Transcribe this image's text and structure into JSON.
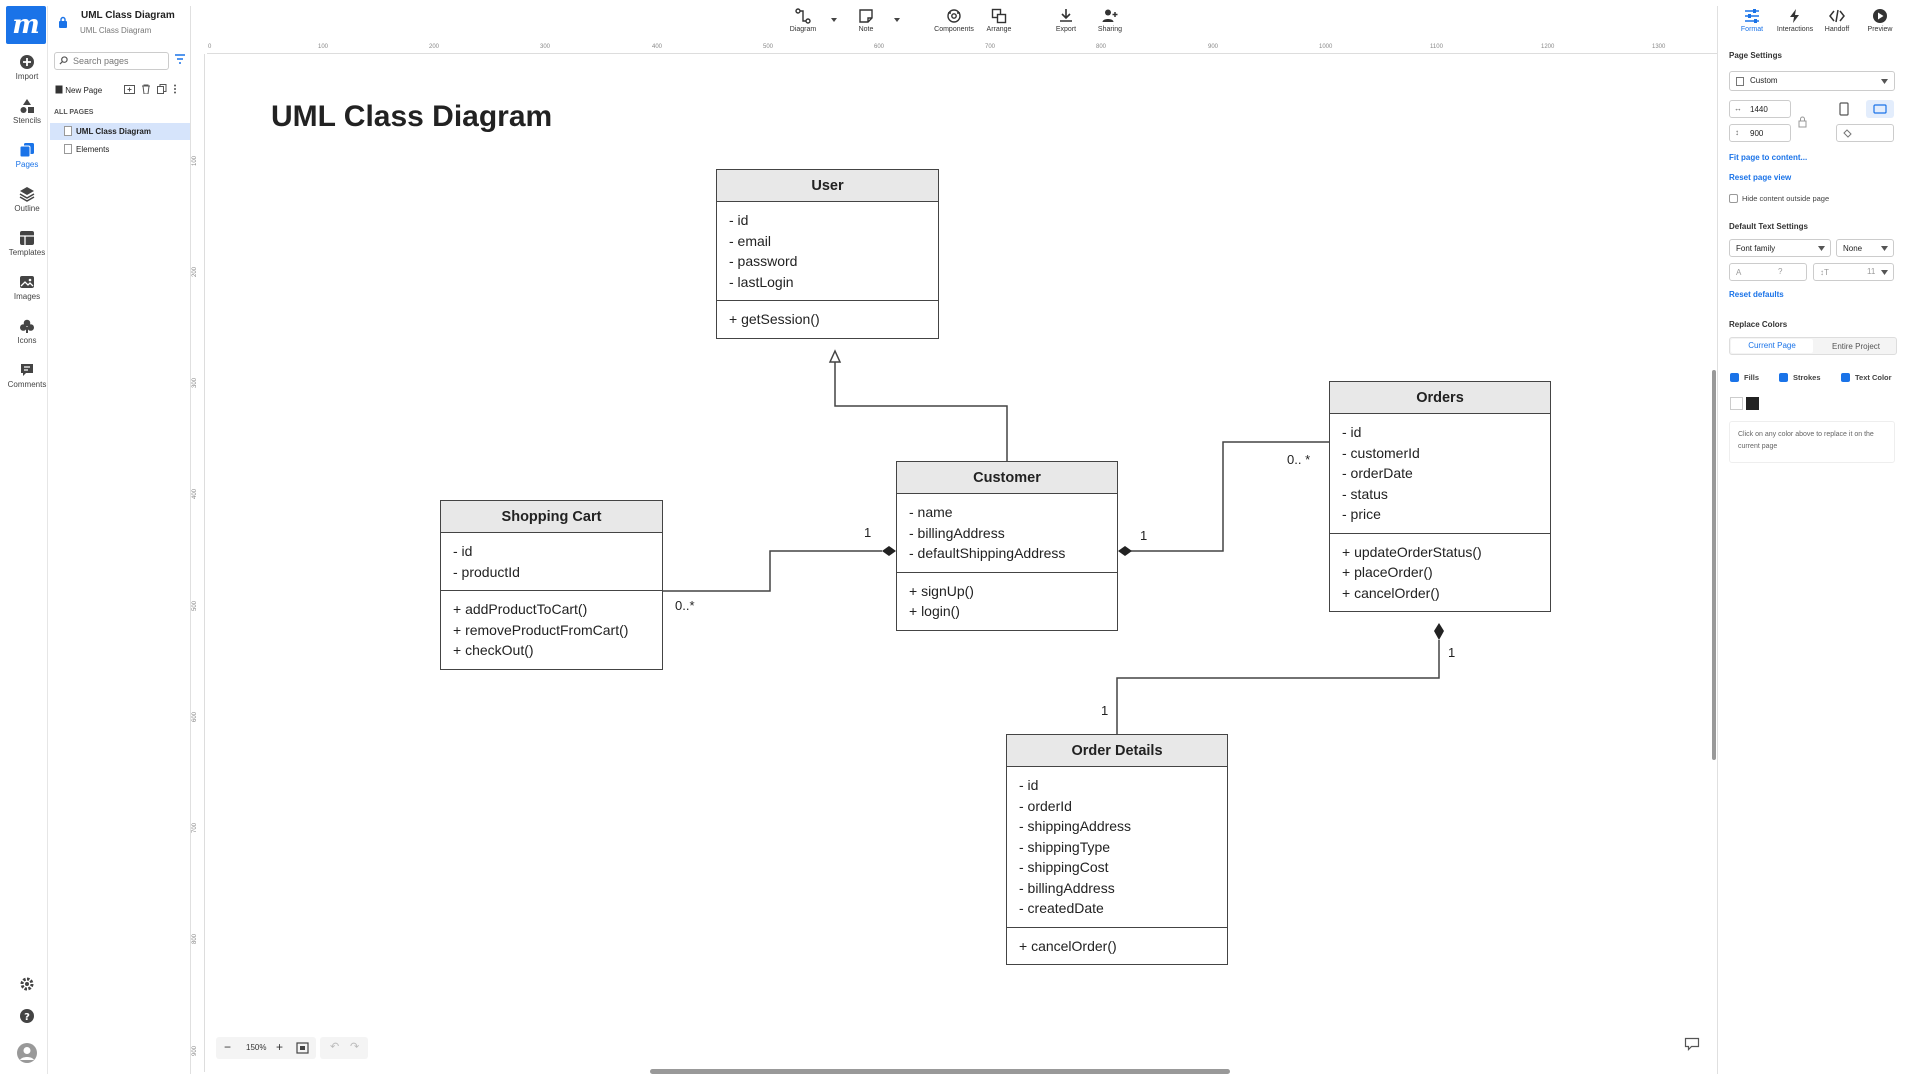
{
  "app": {
    "logo_letter": "m",
    "doc_title": "UML Class Diagram",
    "doc_subtitle": "UML Class Diagram"
  },
  "rail": {
    "items": [
      {
        "label": "Import",
        "icon": "plus-circle-icon"
      },
      {
        "label": "Stencils",
        "icon": "shapes-icon"
      },
      {
        "label": "Pages",
        "icon": "pages-icon"
      },
      {
        "label": "Outline",
        "icon": "layers-icon"
      },
      {
        "label": "Templates",
        "icon": "templates-icon"
      },
      {
        "label": "Images",
        "icon": "image-icon"
      },
      {
        "label": "Icons",
        "icon": "club-icon"
      },
      {
        "label": "Comments",
        "icon": "comment-icon"
      }
    ]
  },
  "pages_panel": {
    "search_placeholder": "Search pages",
    "new_page_label": "New Page",
    "section_label": "ALL PAGES",
    "pages": [
      "UML Class Diagram",
      "Elements"
    ],
    "selected_page": "UML Class Diagram"
  },
  "toolbar": {
    "tools": [
      "Diagram",
      "Note",
      "Components",
      "Arrange",
      "Export",
      "Sharing"
    ]
  },
  "right_tabs": [
    "Format",
    "Interactions",
    "Handoff",
    "Preview"
  ],
  "ruler": {
    "top": [
      "0",
      "100",
      "200",
      "300",
      "400",
      "500",
      "600",
      "700",
      "800",
      "900",
      "1000",
      "1100",
      "1200",
      "1300"
    ],
    "left": [
      "100",
      "200",
      "300",
      "400",
      "500",
      "600",
      "700",
      "800",
      "900"
    ]
  },
  "diagram": {
    "title": "UML Class Diagram",
    "classes": {
      "user": {
        "name": "User",
        "attributes": [
          "- id",
          "- email",
          "- password",
          "- lastLogin"
        ],
        "methods": [
          "+ getSession()"
        ]
      },
      "customer": {
        "name": "Customer",
        "attributes": [
          "- name",
          "- billingAddress",
          "- defaultShippingAddress"
        ],
        "methods": [
          "+ signUp()",
          "+ login()"
        ]
      },
      "cart": {
        "name": "Shopping Cart",
        "attributes": [
          "- id",
          "- productId"
        ],
        "methods": [
          "+ addProductToCart()",
          "+ removeProductFromCart()",
          "+ checkOut()"
        ]
      },
      "orders": {
        "name": "Orders",
        "attributes": [
          "- id",
          "- customerId",
          "- orderDate",
          "- status",
          "- price"
        ],
        "methods": [
          "+ updateOrderStatus()",
          "+ placeOrder()",
          "+ cancelOrder()"
        ]
      },
      "details": {
        "name": "Order Details",
        "attributes": [
          "- id",
          "- orderId",
          "- shippingAddress",
          "- shippingType",
          "- shippingCost",
          "- billingAddress",
          "- createdDate"
        ],
        "methods": [
          "+ cancelOrder()"
        ]
      }
    },
    "multiplicities": {
      "cart_customer_near_customer": "1",
      "cart_customer_near_cart": "0..*",
      "customer_orders_near_customer": "1",
      "customer_orders_near_orders": "0.. *",
      "orders_details_near_orders": "1",
      "orders_details_near_details": "1"
    }
  },
  "format_panel": {
    "page_settings_label": "Page Settings",
    "size_preset": "Custom",
    "width": "1440",
    "height": "900",
    "fit_link": "Fit page to content...",
    "reset_view_link": "Reset page view",
    "hide_outside_label": "Hide content outside page",
    "hide_outside_checked": false,
    "text_settings_label": "Default Text Settings",
    "font_family_placeholder": "Font family",
    "font_weight": "None",
    "font_size": "?",
    "line_height": "11",
    "reset_defaults_link": "Reset defaults",
    "replace_colors_label": "Replace Colors",
    "scope_options": [
      "Current Page",
      "Entire Project"
    ],
    "scope_selected": "Current Page",
    "fills_label": "Fills",
    "strokes_label": "Strokes",
    "text_color_label": "Text Color",
    "fills_checked": true,
    "strokes_checked": true,
    "text_color_checked": true,
    "swatches": [
      "#ffffff",
      "#222222"
    ],
    "hint": "Click on any color above to replace it on the current page"
  },
  "bottom": {
    "zoom_level": "150%"
  },
  "colors": {
    "accent": "#1a73e8",
    "class_header": "#e8e8e8",
    "line": "#444444"
  }
}
